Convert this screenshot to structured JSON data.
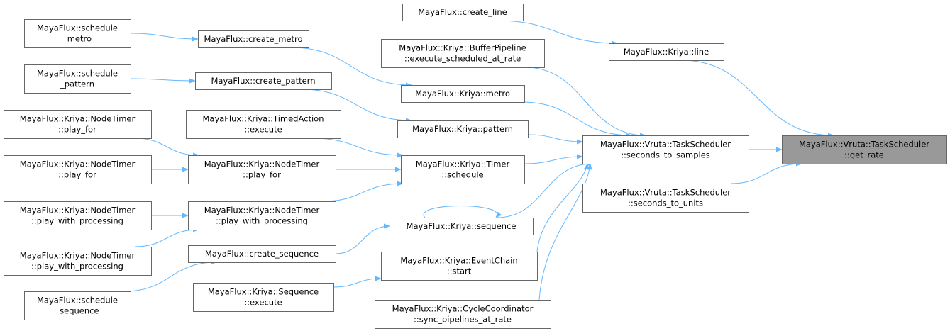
{
  "graph": {
    "type": "caller-graph",
    "colors": {
      "edge": "#63b8ff",
      "node_border": "#666666",
      "current_node_fill": "#999999",
      "node_fill": "#ffffff"
    },
    "nodes": [
      {
        "id": "schedule_metro",
        "lines": [
          "MayaFlux::schedule",
          "_metro"
        ]
      },
      {
        "id": "create_metro",
        "lines": [
          "MayaFlux::create_metro"
        ]
      },
      {
        "id": "schedule_pattern",
        "lines": [
          "MayaFlux::schedule",
          "_pattern"
        ]
      },
      {
        "id": "create_pattern",
        "lines": [
          "MayaFlux::create_pattern"
        ]
      },
      {
        "id": "play_for_a",
        "lines": [
          "MayaFlux::Kriya::NodeTimer",
          "::play_for"
        ]
      },
      {
        "id": "timed_action_execute",
        "lines": [
          "MayaFlux::Kriya::TimedAction",
          "::execute"
        ]
      },
      {
        "id": "play_for_b",
        "lines": [
          "MayaFlux::Kriya::NodeTimer",
          "::play_for"
        ]
      },
      {
        "id": "play_for_mid",
        "lines": [
          "MayaFlux::Kriya::NodeTimer",
          "::play_for"
        ]
      },
      {
        "id": "pwp_a",
        "lines": [
          "MayaFlux::Kriya::NodeTimer",
          "::play_with_processing"
        ]
      },
      {
        "id": "pwp_mid",
        "lines": [
          "MayaFlux::Kriya::NodeTimer",
          "::play_with_processing"
        ]
      },
      {
        "id": "pwp_b",
        "lines": [
          "MayaFlux::Kriya::NodeTimer",
          "::play_with_processing"
        ]
      },
      {
        "id": "create_sequence",
        "lines": [
          "MayaFlux::create_sequence"
        ]
      },
      {
        "id": "schedule_sequence",
        "lines": [
          "MayaFlux::schedule",
          "_sequence"
        ]
      },
      {
        "id": "sequence_execute",
        "lines": [
          "MayaFlux::Kriya::Sequence",
          "::execute"
        ]
      },
      {
        "id": "create_line",
        "lines": [
          "MayaFlux::create_line"
        ]
      },
      {
        "id": "buffer_pipeline",
        "lines": [
          "MayaFlux::Kriya::BufferPipeline",
          "::execute_scheduled_at_rate"
        ]
      },
      {
        "id": "kriya_metro",
        "lines": [
          "MayaFlux::Kriya::metro"
        ]
      },
      {
        "id": "kriya_pattern",
        "lines": [
          "MayaFlux::Kriya::pattern"
        ]
      },
      {
        "id": "timer_schedule",
        "lines": [
          "MayaFlux::Kriya::Timer",
          "::schedule"
        ]
      },
      {
        "id": "kriya_sequence",
        "lines": [
          "MayaFlux::Kriya::sequence"
        ]
      },
      {
        "id": "eventchain_start",
        "lines": [
          "MayaFlux::Kriya::EventChain",
          "::start"
        ]
      },
      {
        "id": "cycle_coordinator",
        "lines": [
          "MayaFlux::Kriya::CycleCoordinator",
          "::sync_pipelines_at_rate"
        ]
      },
      {
        "id": "kriya_line",
        "lines": [
          "MayaFlux::Kriya::line"
        ]
      },
      {
        "id": "seconds_to_samples",
        "lines": [
          "MayaFlux::Vruta::TaskScheduler",
          "::seconds_to_samples"
        ]
      },
      {
        "id": "seconds_to_units",
        "lines": [
          "MayaFlux::Vruta::TaskScheduler",
          "::seconds_to_units"
        ]
      },
      {
        "id": "get_rate",
        "lines": [
          "MayaFlux::Vruta::TaskScheduler",
          "::get_rate"
        ],
        "current": true
      }
    ],
    "edges": [
      [
        "schedule_metro",
        "create_metro"
      ],
      [
        "create_metro",
        "kriya_metro"
      ],
      [
        "schedule_pattern",
        "create_pattern"
      ],
      [
        "create_pattern",
        "kriya_pattern"
      ],
      [
        "play_for_a",
        "play_for_mid"
      ],
      [
        "play_for_b",
        "play_for_mid"
      ],
      [
        "pwp_a",
        "pwp_mid"
      ],
      [
        "pwp_b",
        "pwp_mid"
      ],
      [
        "timed_action_execute",
        "timer_schedule"
      ],
      [
        "play_for_mid",
        "timer_schedule"
      ],
      [
        "pwp_mid",
        "timer_schedule"
      ],
      [
        "schedule_sequence",
        "create_sequence"
      ],
      [
        "create_sequence",
        "kriya_sequence"
      ],
      [
        "sequence_execute",
        "eventchain_start"
      ],
      [
        "kriya_sequence",
        "kriya_sequence"
      ],
      [
        "create_line",
        "kriya_line"
      ],
      [
        "buffer_pipeline",
        "seconds_to_samples"
      ],
      [
        "kriya_metro",
        "seconds_to_samples"
      ],
      [
        "kriya_pattern",
        "seconds_to_samples"
      ],
      [
        "timer_schedule",
        "seconds_to_samples"
      ],
      [
        "kriya_sequence",
        "seconds_to_samples"
      ],
      [
        "eventchain_start",
        "seconds_to_samples"
      ],
      [
        "cycle_coordinator",
        "seconds_to_samples"
      ],
      [
        "kriya_line",
        "get_rate"
      ],
      [
        "seconds_to_samples",
        "get_rate"
      ],
      [
        "seconds_to_units",
        "get_rate"
      ]
    ]
  }
}
